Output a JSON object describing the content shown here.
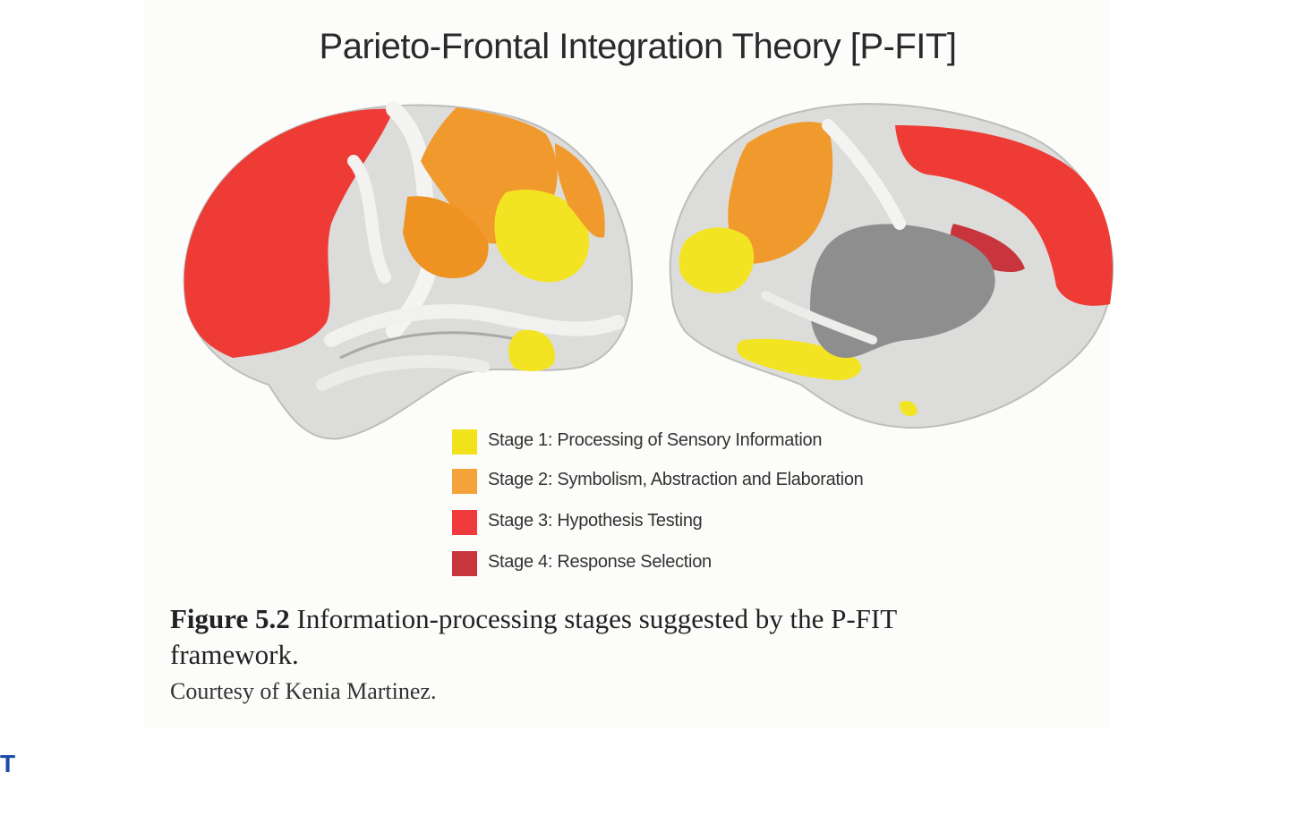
{
  "figure": {
    "title": "Parieto-Frontal Integration Theory [P-FIT]",
    "legend": [
      {
        "label": "Stage 1: Processing of Sensory Information",
        "color": "#f2e21c"
      },
      {
        "label": "Stage 2: Symbolism, Abstraction and Elaboration",
        "color": "#f3a33a"
      },
      {
        "label": "Stage 3: Hypothesis Testing",
        "color": "#ef3b3b"
      },
      {
        "label": "Stage 4: Response Selection",
        "color": "#c8353d"
      }
    ],
    "caption_label": "Figure 5.2",
    "caption_text": "Information-processing stages suggested by the P-FIT framework.",
    "credit": "Courtesy of Kenia Martinez."
  },
  "page": {
    "edge_fragment": "T"
  }
}
